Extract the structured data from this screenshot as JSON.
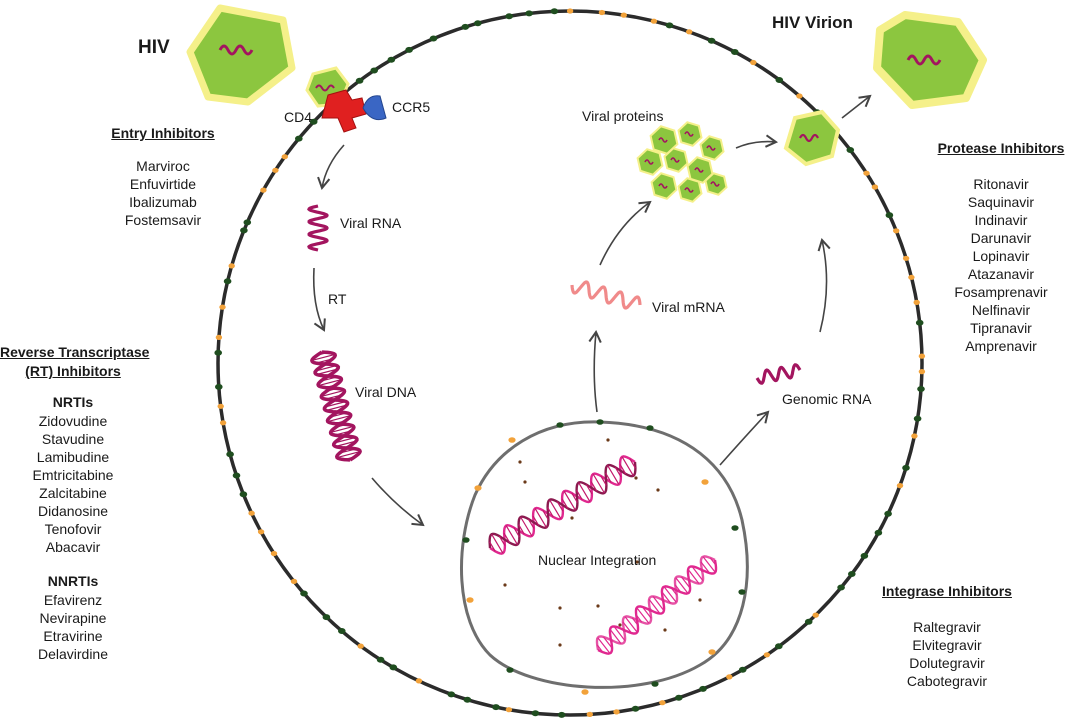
{
  "labels": {
    "hiv": "HIV",
    "hiv_virion": "HIV Virion",
    "cd4": "CD4",
    "ccr5": "CCR5",
    "viral_rna": "Viral RNA",
    "rt": "RT",
    "viral_dna": "Viral DNA",
    "nuclear_integration": "Nuclear Integration",
    "viral_mrna": "Viral mRNA",
    "viral_proteins": "Viral proteins",
    "genomic_rna": "Genomic RNA"
  },
  "entry_inhibitors": {
    "title": "Entry Inhibitors",
    "drugs": [
      "Marviroc",
      "Enfuvirtide",
      "Ibalizumab",
      "Fostemsavir"
    ]
  },
  "rt_inhibitors": {
    "title_line1": "Reverse Transcriptase",
    "title_line2": "(RT) Inhibitors",
    "nrti_title": "NRTIs",
    "nrtis": [
      "Zidovudine",
      "Stavudine",
      "Lamibudine",
      "Emtricitabine",
      "Zalcitabine",
      "Didanosine",
      "Tenofovir",
      "Abacavir"
    ],
    "nnrti_title": "NNRTIs",
    "nnrtis": [
      "Efavirenz",
      "Nevirapine",
      "Etravirine",
      "Delavirdine"
    ]
  },
  "protease_inhibitors": {
    "title": "Protease Inhibitors",
    "drugs": [
      "Ritonavir",
      "Saquinavir",
      "Indinavir",
      "Darunavir",
      "Lopinavir",
      "Atazanavir",
      "Fosamprenavir",
      "Nelfinavir",
      "Tipranavir",
      "Amprenavir"
    ]
  },
  "integrase_inhibitors": {
    "title": "Integrase Inhibitors",
    "drugs": [
      "Raltegravir",
      "Elvitegravir",
      "Dolutegravir",
      "Cabotegravir"
    ]
  },
  "colors": {
    "membrane": "#2b2b2b",
    "dot_green": "#1f4d1f",
    "dot_orange": "#f2a23a",
    "virion_fill": "#8cc63f",
    "virion_border": "#f5f08a",
    "rna": "#a3155f",
    "mrna": "#f08a8a",
    "dna_pink": "#e0288f",
    "cd4_red": "#e02020",
    "ccr5_blue": "#3a66c4",
    "nucleus": "#6e6e6e",
    "arrow": "#444444"
  }
}
